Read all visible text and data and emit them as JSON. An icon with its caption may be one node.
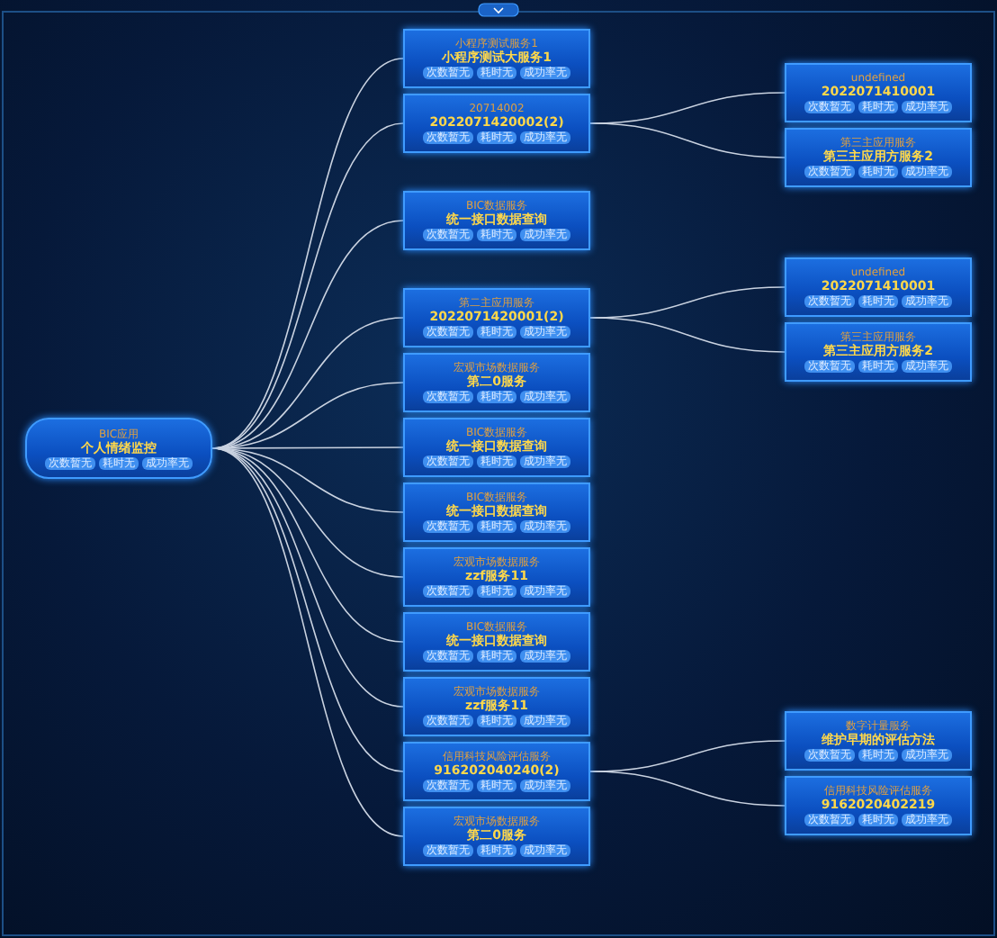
{
  "diagram": {
    "nodes": [
      {
        "text": [
          "BIC应用",
          "个人情绪监控",
          "次数暂无",
          "耗时无",
          "成功率无"
        ]
      },
      {
        "text": [
          "小程序测试服务1",
          "小程序测试大服务1",
          "次数暂无",
          "耗时无",
          "成功率无"
        ]
      },
      {
        "text": [
          "20714002",
          "2022071420002(2)",
          "次数暂无",
          "耗时无",
          "成功率无"
        ]
      },
      {
        "text": [
          "BIC数据服务",
          "统一接口数据查询",
          "次数暂无",
          "耗时无",
          "成功率无"
        ]
      },
      {
        "text": [
          "第二主应用服务",
          "2022071420001(2)",
          "次数暂无",
          "耗时无",
          "成功率无"
        ]
      },
      {
        "text": [
          "宏观市场数据服务",
          "第二0服务",
          "次数暂无",
          "耗时无",
          "成功率无"
        ]
      },
      {
        "text": [
          "BIC数据服务",
          "统一接口数据查询",
          "次数暂无",
          "耗时无",
          "成功率无"
        ]
      },
      {
        "text": [
          "BIC数据服务",
          "统一接口数据查询",
          "次数暂无",
          "耗时无",
          "成功率无"
        ]
      },
      {
        "text": [
          "宏观市场数据服务",
          "zzf服务11",
          "次数暂无",
          "耗时无",
          "成功率无"
        ]
      },
      {
        "text": [
          "BIC数据服务",
          "统一接口数据查询",
          "次数暂无",
          "耗时无",
          "成功率无"
        ]
      },
      {
        "text": [
          "宏观市场数据服务",
          "zzf服务11",
          "次数暂无",
          "耗时无",
          "成功率无"
        ]
      },
      {
        "text": [
          "信用科技风险评估服务",
          "916202040240(2)",
          "次数暂无",
          "耗时无",
          "成功率无"
        ]
      },
      {
        "text": [
          "宏观市场数据服务",
          "第二0服务",
          "次数暂无",
          "耗时无",
          "成功率无"
        ]
      },
      {
        "text": [
          "undefined",
          "2022071410001",
          "次数暂无",
          "耗时无",
          "成功率无"
        ]
      },
      {
        "text": [
          "第三主应用服务",
          "第三主应用方服务2",
          "次数暂无",
          "耗时无",
          "成功率无"
        ]
      },
      {
        "text": [
          "undefined",
          "2022071410001",
          "次数暂无",
          "耗时无",
          "成功率无"
        ]
      },
      {
        "text": [
          "第三主应用服务",
          "第三主应用方服务2",
          "次数暂无",
          "耗时无",
          "成功率无"
        ]
      },
      {
        "text": [
          "数字计量服务",
          "维护早期的评估方法",
          "次数暂无",
          "耗时无",
          "成功率无"
        ]
      },
      {
        "text": [
          "信用科技风险评估服务",
          "9162020402219",
          "次数暂无",
          "耗时无",
          "成功率无"
        ]
      }
    ],
    "edges": [
      {
        "from": 0,
        "to": 1,
        "arrow": "none"
      },
      {
        "from": 0,
        "to": 2,
        "arrow": "none"
      },
      {
        "from": 0,
        "to": 3,
        "arrow": "none"
      },
      {
        "from": 0,
        "to": 4,
        "arrow": "none"
      },
      {
        "from": 0,
        "to": 5,
        "arrow": "none"
      },
      {
        "from": 0,
        "to": 6,
        "arrow": "none"
      },
      {
        "from": 0,
        "to": 7,
        "arrow": "none"
      },
      {
        "from": 0,
        "to": 8,
        "arrow": "none"
      },
      {
        "from": 0,
        "to": 9,
        "arrow": "none"
      },
      {
        "from": 0,
        "to": 10,
        "arrow": "none"
      },
      {
        "from": 0,
        "to": 11,
        "arrow": "none"
      },
      {
        "from": 0,
        "to": 12,
        "arrow": "none"
      },
      {
        "from": 2,
        "to": 13,
        "arrow": "none"
      },
      {
        "from": 2,
        "to": 14,
        "arrow": "none"
      },
      {
        "from": 4,
        "to": 15,
        "arrow": "none"
      },
      {
        "from": 4,
        "to": 16,
        "arrow": "none"
      },
      {
        "from": 11,
        "to": 17,
        "arrow": "none"
      },
      {
        "from": 11,
        "to": 18,
        "arrow": "none"
      }
    ]
  }
}
